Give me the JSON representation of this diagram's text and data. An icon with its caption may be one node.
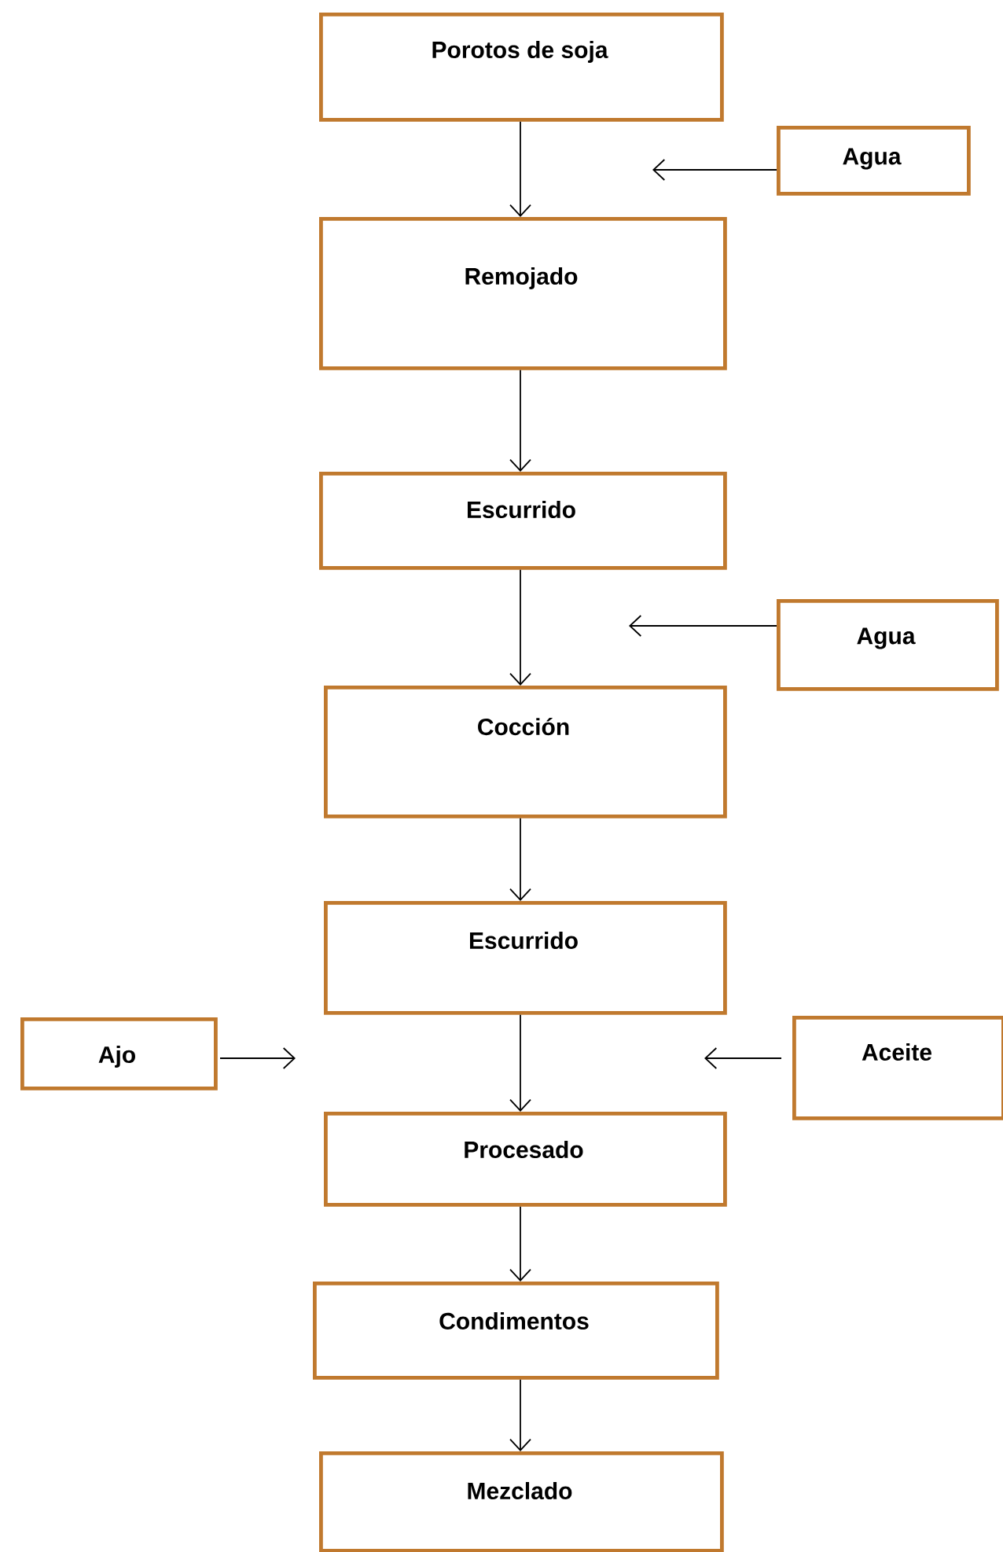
{
  "diagram": {
    "nodes": [
      {
        "text": [
          "Porotos de soja"
        ]
      },
      {
        "text": [
          "Agua"
        ]
      },
      {
        "text": [
          "Remojado"
        ]
      },
      {
        "text": [
          "Escurrido"
        ]
      },
      {
        "text": [
          "Agua"
        ]
      },
      {
        "text": [
          "Cocción"
        ]
      },
      {
        "text": [
          "Escurrido"
        ]
      },
      {
        "text": [
          "Ajo"
        ]
      },
      {
        "text": [
          "Aceite"
        ]
      },
      {
        "text": [
          "Procesado"
        ]
      },
      {
        "text": [
          "Condimentos"
        ]
      },
      {
        "text": [
          "Mezclado"
        ]
      }
    ],
    "edges": [
      {
        "from": 0,
        "to": 2,
        "arrow": "to"
      },
      {
        "from": 1,
        "to": null,
        "arrow": "to"
      },
      {
        "from": 2,
        "to": 3,
        "arrow": "to"
      },
      {
        "from": 3,
        "to": 5,
        "arrow": "to"
      },
      {
        "from": 4,
        "to": null,
        "arrow": "to"
      },
      {
        "from": 5,
        "to": 6,
        "arrow": "to"
      },
      {
        "from": 6,
        "to": 9,
        "arrow": "to"
      },
      {
        "from": 7,
        "to": null,
        "arrow": "to"
      },
      {
        "from": 8,
        "to": null,
        "arrow": "to"
      },
      {
        "from": 9,
        "to": 10,
        "arrow": "to"
      },
      {
        "from": 10,
        "to": 11,
        "arrow": "to"
      }
    ]
  }
}
